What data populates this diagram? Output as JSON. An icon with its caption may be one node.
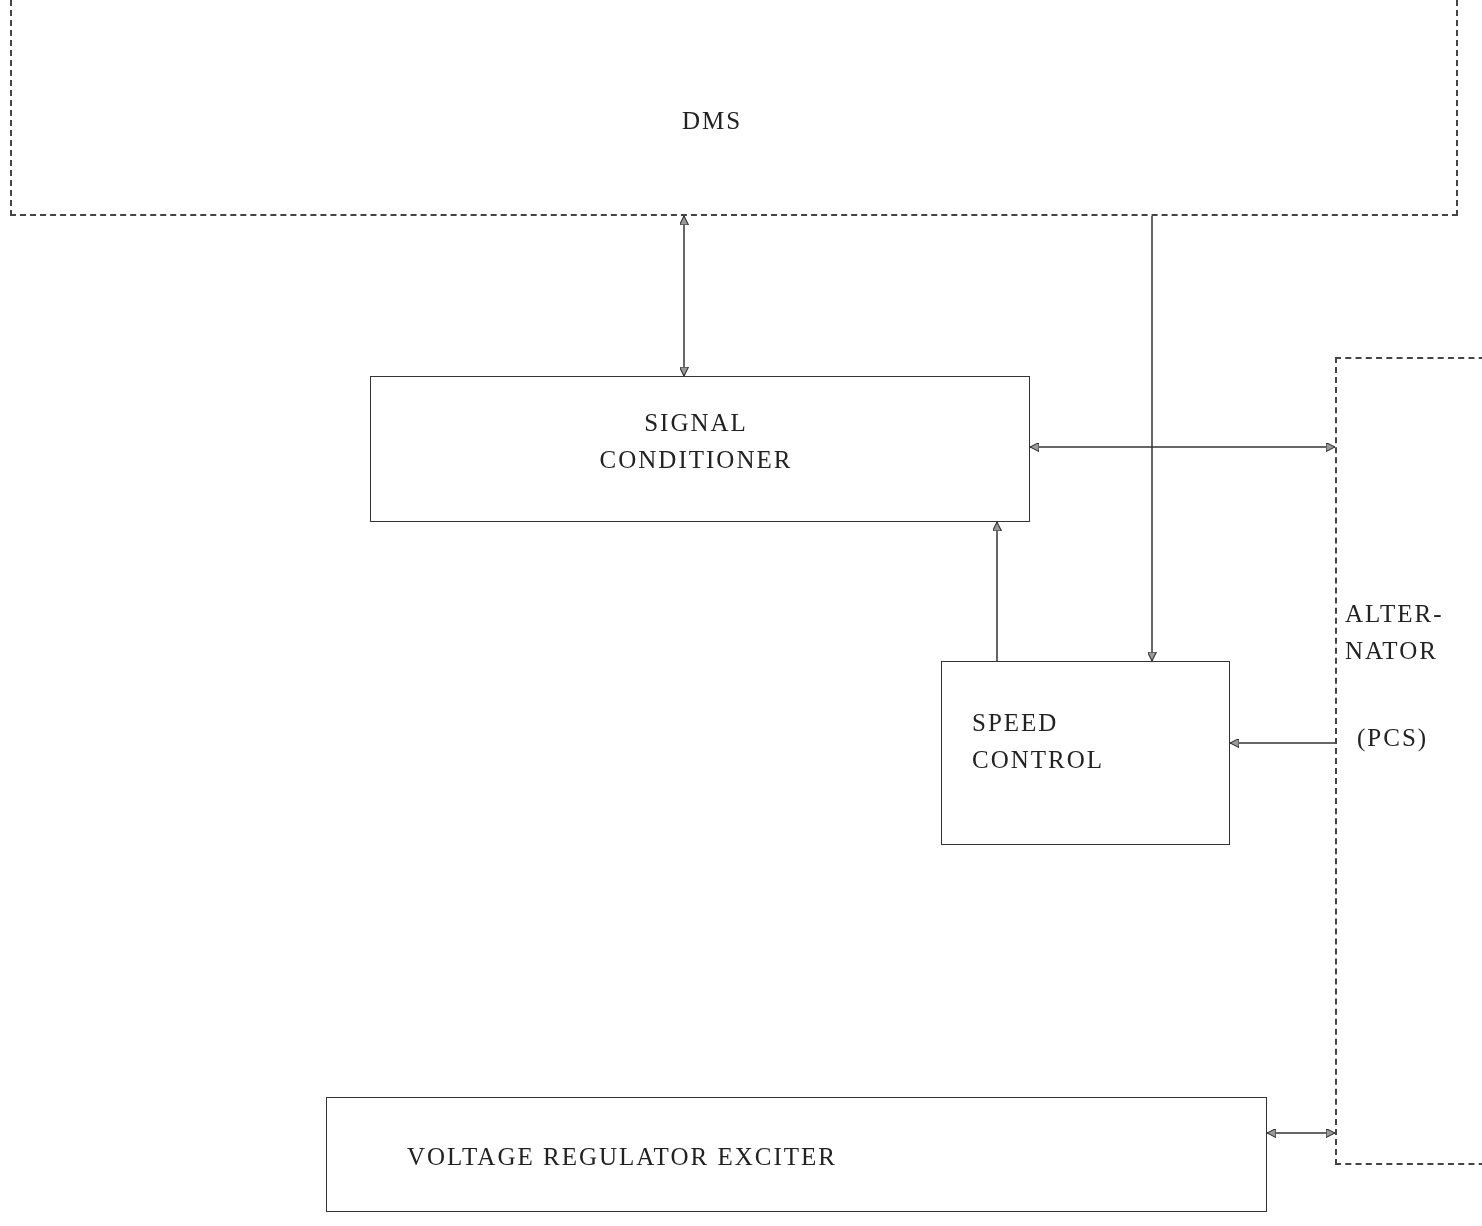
{
  "diagram": {
    "nodes": [
      {
        "text": [
          "DMS"
        ]
      },
      {
        "text": [
          "SIGNAL CONDITIONER"
        ]
      },
      {
        "text": [
          "SPEED CONTROL"
        ]
      },
      {
        "text": [
          "ALTER- NATOR",
          "(PCS)"
        ]
      },
      {
        "text": [
          "VOLTAGE REGULATOR EXCITER"
        ]
      }
    ],
    "edges": [
      {
        "from": 0,
        "to": 1,
        "arrow": "both"
      },
      {
        "from": 1,
        "to": 3,
        "arrow": "both"
      },
      {
        "from": 0,
        "to": 2,
        "arrow": "to"
      },
      {
        "from": 2,
        "to": 1,
        "arrow": "to"
      },
      {
        "from": 3,
        "to": 2,
        "arrow": "to"
      },
      {
        "from": 4,
        "to": 3,
        "arrow": "both"
      }
    ]
  }
}
